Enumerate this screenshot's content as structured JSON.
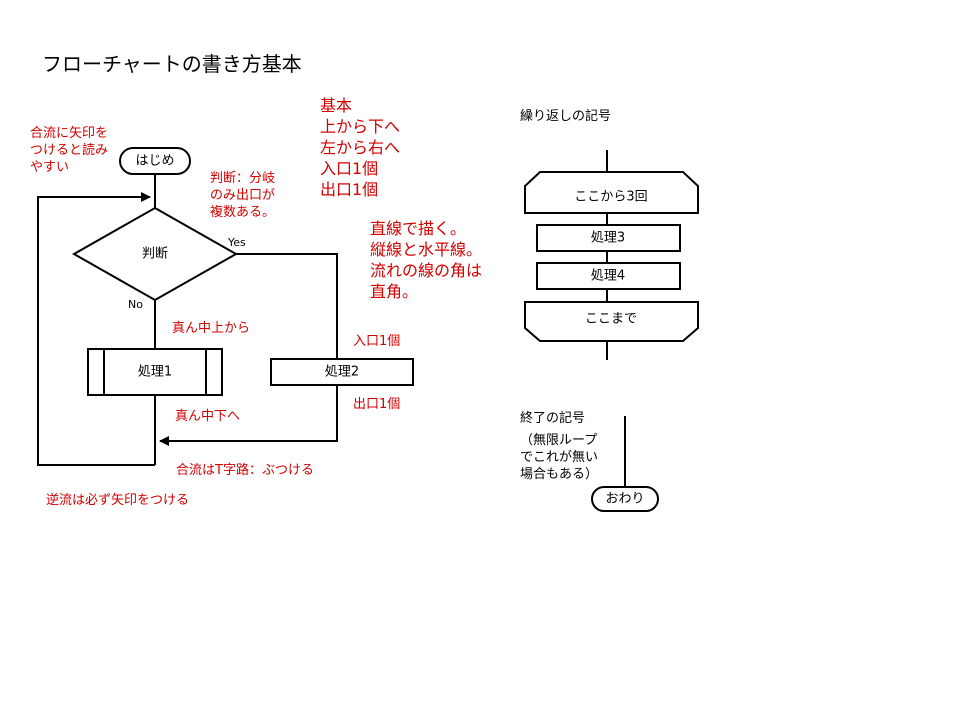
{
  "title": "フローチャートの書き方基本",
  "flow": {
    "start_label": "はじめ",
    "decision_label": "判断",
    "yes_label": "Yes",
    "no_label": "No",
    "process1_label": "処理1",
    "process2_label": "処理2",
    "notes": {
      "merge_arrow": [
        "合流に矢印を",
        "つけると読み",
        "やすい"
      ],
      "decision_branch": [
        "判断：分岐",
        "のみ出口が",
        "複数ある。"
      ],
      "basics": [
        "基本",
        "上から下へ",
        "左から右へ",
        "入口1個",
        "出口1個"
      ],
      "lines": [
        "直線で描く。",
        "縦線と水平線。",
        "流れの線の角は",
        "直角。"
      ],
      "center_top": "真ん中上から",
      "center_bottom": "真ん中下へ",
      "entry_one": "入口1個",
      "exit_one": "出口1個",
      "t_junction": "合流はT字路：ぶつける",
      "reverse_flow": "逆流は必ず矢印をつける"
    }
  },
  "loop": {
    "heading": "繰り返しの記号",
    "loop_start_label": "ここから3回",
    "process3_label": "処理3",
    "process4_label": "処理4",
    "loop_end_label": "ここまで"
  },
  "end": {
    "heading": "終了の記号",
    "note": [
      "（無限ループ",
      "でこれが無い",
      "場合もある）"
    ],
    "terminator_label": "おわり"
  }
}
